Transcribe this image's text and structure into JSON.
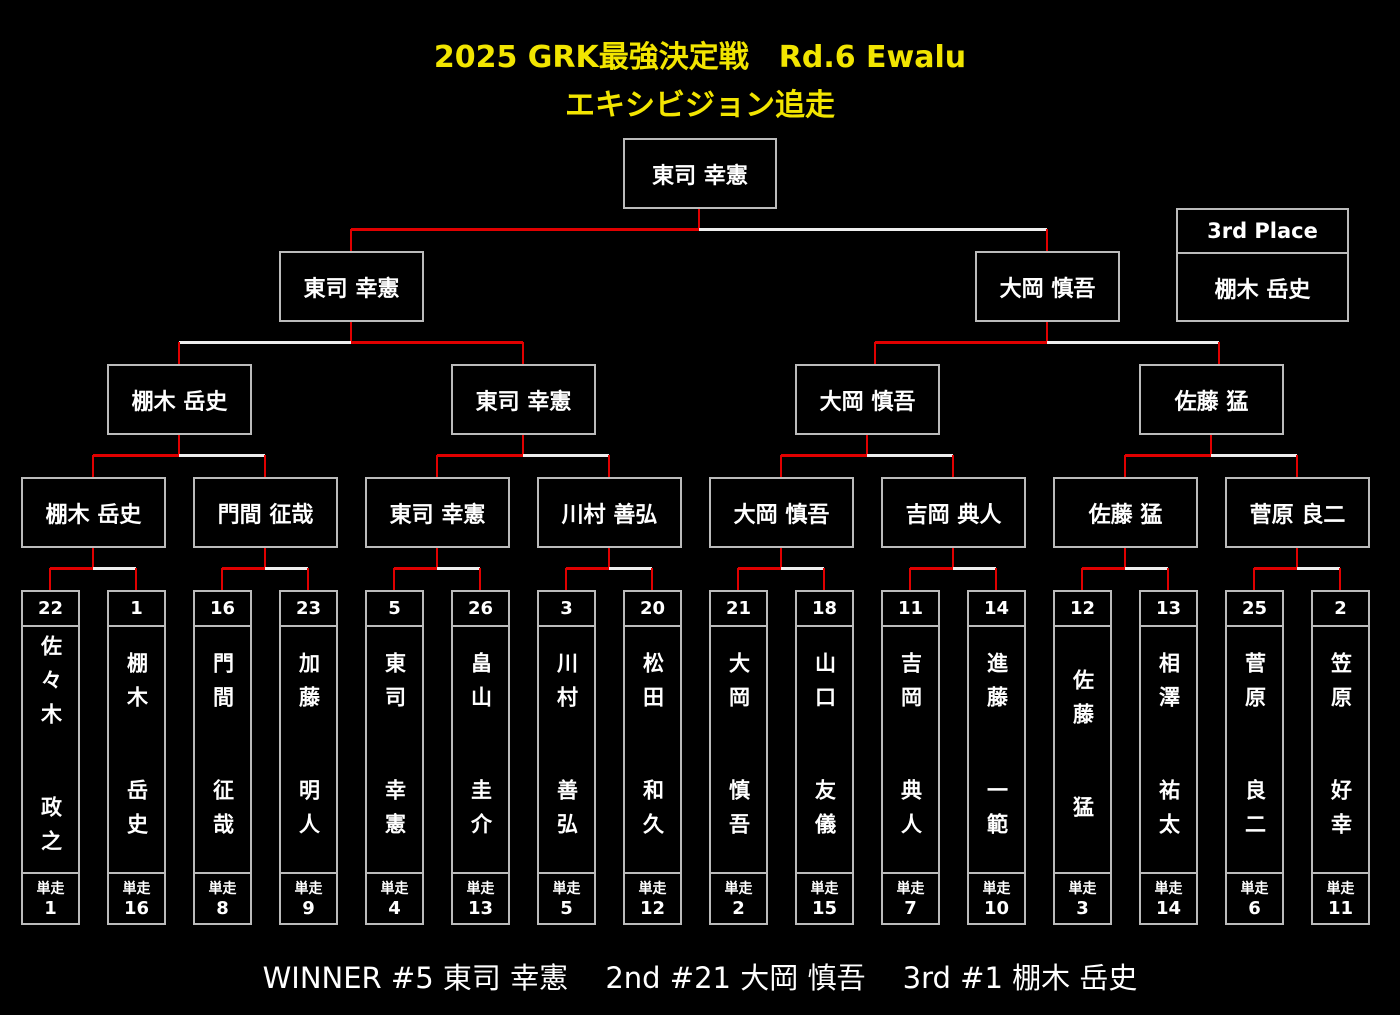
{
  "title_line1": "2025 GRK最強決定戦　Rd.6 Ewalu",
  "title_line2": "エキシビジョン追走",
  "colors": {
    "title": "#f2e500",
    "winner_line": "#e00000",
    "loser_line": "#eeeeee"
  },
  "run_label": "単走",
  "leaves": [
    {
      "seed": "22",
      "name": "佐々木 政之",
      "run": "1"
    },
    {
      "seed": "1",
      "name": "棚木 岳史",
      "run": "16"
    },
    {
      "seed": "16",
      "name": "門間 征哉",
      "run": "8"
    },
    {
      "seed": "23",
      "name": "加藤 明人",
      "run": "9"
    },
    {
      "seed": "5",
      "name": "東司 幸憲",
      "run": "4"
    },
    {
      "seed": "26",
      "name": "畠山 圭介",
      "run": "13"
    },
    {
      "seed": "3",
      "name": "川村 善弘",
      "run": "5"
    },
    {
      "seed": "20",
      "name": "松田 和久",
      "run": "12"
    },
    {
      "seed": "21",
      "name": "大岡 慎吾",
      "run": "2"
    },
    {
      "seed": "18",
      "name": "山口 友儀",
      "run": "15"
    },
    {
      "seed": "11",
      "name": "吉岡 典人",
      "run": "7"
    },
    {
      "seed": "14",
      "name": "進藤 一範",
      "run": "10"
    },
    {
      "seed": "12",
      "name": "佐藤 猛",
      "run": "3"
    },
    {
      "seed": "13",
      "name": "相澤 祐太",
      "run": "14"
    },
    {
      "seed": "25",
      "name": "菅原 良二",
      "run": "6"
    },
    {
      "seed": "2",
      "name": "笠原 好幸",
      "run": "11"
    }
  ],
  "round_of_16": [
    "棚木 岳史",
    "門間 征哉",
    "東司 幸憲",
    "川村 善弘",
    "大岡 慎吾",
    "吉岡 典人",
    "佐藤 猛",
    "菅原 良二"
  ],
  "quarterfinals": [
    "棚木 岳史",
    "東司 幸憲",
    "大岡 慎吾",
    "佐藤 猛"
  ],
  "semifinals": [
    "東司 幸憲",
    "大岡 慎吾"
  ],
  "champion": "東司 幸憲",
  "red_side": {
    "leaf_matches": [
      "left",
      "left",
      "left",
      "left",
      "left",
      "left",
      "left",
      "left"
    ],
    "r16_matches": [
      "left",
      "left",
      "left",
      "left"
    ],
    "qf_matches": [
      "right",
      "left"
    ],
    "final": [
      "left"
    ]
  },
  "third_place": {
    "label": "3rd Place",
    "name": "棚木 岳史"
  },
  "results": [
    "WINNER #5 東司 幸憲",
    "2nd #21 大岡 慎吾",
    "3rd #1 棚木 岳史"
  ]
}
